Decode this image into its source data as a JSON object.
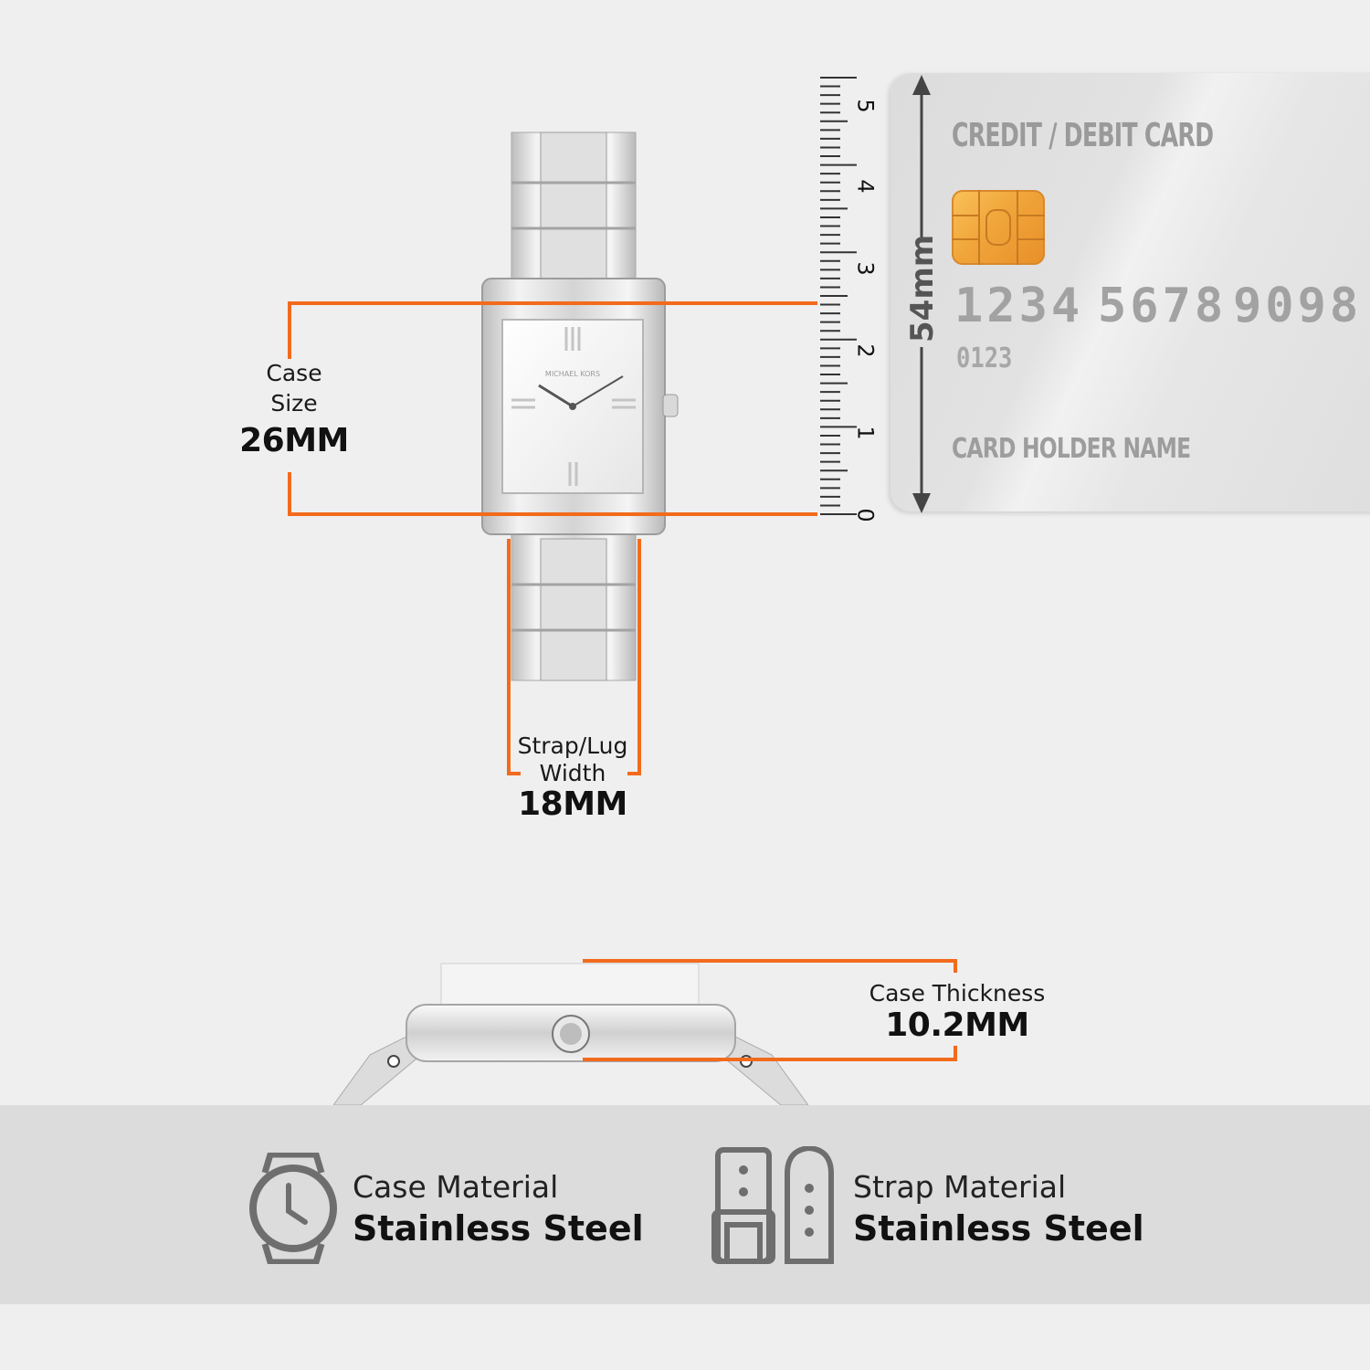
{
  "measurements": {
    "case_size": {
      "label_line1": "Case",
      "label_line2": "Size",
      "value": "26MM"
    },
    "strap_width": {
      "label_line1": "Strap/Lug",
      "label_line2": "Width",
      "value": "18MM"
    },
    "case_thickness": {
      "label": "Case Thickness",
      "value": "10.2MM"
    }
  },
  "ruler": {
    "ticks": [
      "0",
      "1",
      "2",
      "3",
      "4",
      "5"
    ],
    "reference_height": "54mm"
  },
  "card": {
    "title": "CREDIT / DEBIT CARD",
    "number_groups": [
      "1234",
      "5678",
      "9098"
    ],
    "small_number": "0123",
    "holder": "CARD HOLDER NAME"
  },
  "watch": {
    "brand_text": "MICHAEL KORS"
  },
  "materials": [
    {
      "icon": "watch-icon",
      "label": "Case Material",
      "value": "Stainless Steel"
    },
    {
      "icon": "strap-icon",
      "label": "Strap Material",
      "value": "Stainless Steel"
    }
  ],
  "colors": {
    "accent": "#f26b1d",
    "band": "#dcdcdc",
    "background": "#efefef"
  }
}
